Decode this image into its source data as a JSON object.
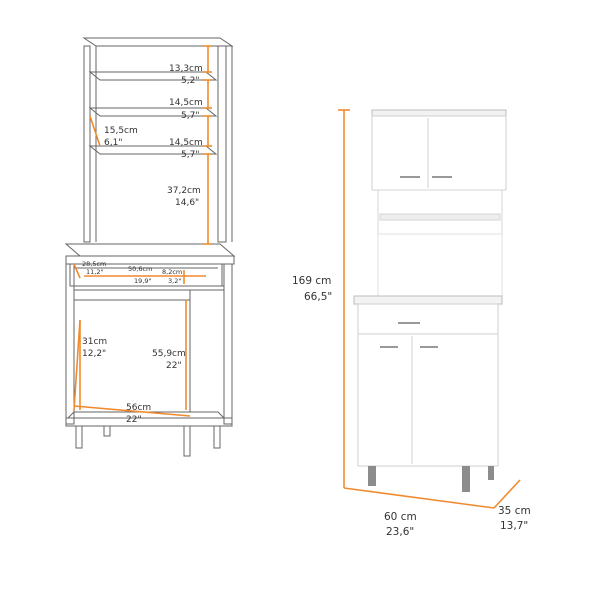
{
  "colors": {
    "accent": "#f08a2e",
    "outline": "#666666",
    "cabinet_white": "#ffffff",
    "cabinet_shadow": "#d9d9d9",
    "legs": "#8c8c8c"
  },
  "diagram": {
    "shelves": [
      {
        "cm": "13,3cm",
        "in": "5,2\""
      },
      {
        "cm": "14,5cm",
        "in": "5,7\""
      },
      {
        "cm": "15,5cm",
        "in": "6,1\""
      },
      {
        "cm": "14,5cm",
        "in": "5,7\""
      },
      {
        "cm": "37,2cm",
        "in": "14,6\""
      }
    ],
    "drawer": {
      "depth_cm": "28,5cm",
      "depth_in": "11,2\"",
      "width_cm": "50,6cm",
      "width_in": "19,9\"",
      "height_cm": "8,2cm",
      "height_in": "3,2\""
    },
    "lower": {
      "depth_cm": "31cm",
      "depth_in": "12,2\"",
      "height_cm": "55,9cm",
      "height_in": "22\"",
      "width_cm": "56cm",
      "width_in": "22\""
    }
  },
  "product": {
    "height_cm": "169 cm",
    "height_in": "66,5\"",
    "width_cm": "60 cm",
    "width_in": "23,6\"",
    "depth_cm": "35 cm",
    "depth_in": "13,7\""
  }
}
